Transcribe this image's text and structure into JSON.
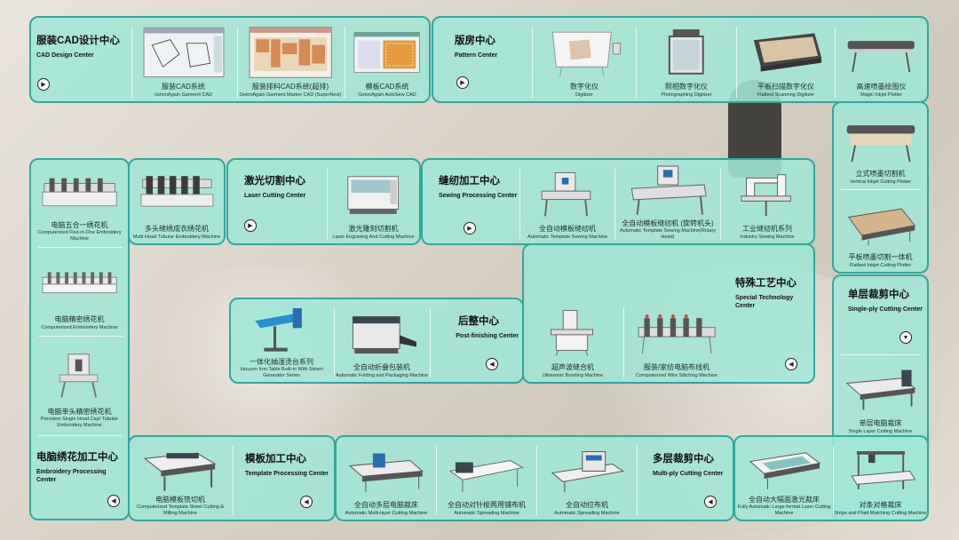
{
  "cad": {
    "title_zh": "服装CAD设计中心",
    "title_en": "CAD Design Center",
    "items": [
      {
        "zh": "服装CAD系统",
        "en": "GetonAgain Garment CAD"
      },
      {
        "zh": "服装排料CAD系统(超排)",
        "en": "GetonAgain Garment Marker CAD (SuperNest)"
      },
      {
        "zh": "模板CAD系统",
        "en": "GetonAgain AutoSew CAD"
      }
    ]
  },
  "pattern": {
    "title_zh": "版房中心",
    "title_en": "Pattern Center",
    "items": [
      {
        "zh": "数字化仪",
        "en": "Digitizer"
      },
      {
        "zh": "照相数字化仪",
        "en": "Photographing Digitizer"
      },
      {
        "zh": "平板扫描数字化仪",
        "en": "Flatbed Scanning Digitizer"
      },
      {
        "zh": "高速喷墨绘图仪",
        "en": "Magic Inkjet Plotter"
      },
      {
        "zh": "立式喷墨切割机",
        "en": "Vertical Inkjet Cutting Plotter"
      },
      {
        "zh": "平板喷墨切割一体机",
        "en": "Flatbed Inkjet Cutting Plotter"
      }
    ]
  },
  "embroidery_left": {
    "items": [
      {
        "zh": "电脑五合一绣花机",
        "en": "Computerized Five-in-One Embroidery Machine"
      },
      {
        "zh": "多头缝绣成衣绣花机",
        "en": "Multi Head Tubular Embroidery Machine"
      },
      {
        "zh": "电脑精密绣花机",
        "en": "Computerized Embroidery Machine"
      },
      {
        "zh": "电脑单头精密绣花机",
        "en": "Precision Single Head Cap/ Tubular Embroidery Machine"
      }
    ]
  },
  "laser": {
    "title_zh": "激光切割中心",
    "title_en": "Laser Cutting Center",
    "items": [
      {
        "zh": "激光雕刻切割机",
        "en": "Laser Engraving And Cutting Machine"
      }
    ]
  },
  "sewing": {
    "title_zh": "缝纫加工中心",
    "title_en": "Sewing Processing Center",
    "items": [
      {
        "zh": "全自动模板缝纫机",
        "en": "Automatic Template Sewing Machine"
      },
      {
        "zh": "全自动模板缝纫机 (旋转机头)",
        "en": "Automatic Template Sewing Machine(Rotary Head)"
      },
      {
        "zh": "工业缝纫机系列",
        "en": "Industry Sewing Machine"
      }
    ]
  },
  "special": {
    "title_zh": "特殊工艺中心",
    "title_en": "Special Technology Center",
    "items": [
      {
        "zh": "超声波缝合机",
        "en": "Ultrasonic Bonding Machine"
      },
      {
        "zh": "服装/家纺电脑布线机",
        "en": "Computerized Wire Stitching Machine"
      }
    ]
  },
  "post": {
    "title_zh": "后整中心",
    "title_en": "Post-finishing Center",
    "items": [
      {
        "zh": "一体化抽湿烫台系列",
        "en": "Vacuum Iron Table Built-in With Steam Generator Series"
      },
      {
        "zh": "全自动折叠包装机",
        "en": "Automatic Folding and Packaging Machine"
      }
    ]
  },
  "single_ply": {
    "title_zh": "单层裁剪中心",
    "title_en": "Single-ply Cutting Center",
    "items": [
      {
        "zh": "单层电脑裁床",
        "en": "Single Layer Cutting Machine"
      }
    ]
  },
  "embroidery_center": {
    "title_zh": "电脑绣花加工中心",
    "title_en": "Embroidery Processing Center"
  },
  "template": {
    "title_zh": "模板加工中心",
    "title_en": "Template Processing Center",
    "items": [
      {
        "zh": "电脑模板铣切机",
        "en": "Computerized Template Sheet Cutting & Milling Machine"
      }
    ]
  },
  "multi_ply": {
    "title_zh": "多层裁剪中心",
    "title_en": "Multi-ply Cutting Center",
    "items": [
      {
        "zh": "全自动多层电脑裁床",
        "en": "Automatic Multi-layer Cutting Machine"
      },
      {
        "zh": "全自动对针梭两用铺布机",
        "en": "Automatic Spreading Machine"
      },
      {
        "zh": "全自动拉布机",
        "en": "Automatic Spreading Machine"
      }
    ]
  },
  "stripe": {
    "items": [
      {
        "zh": "全自动大幅面激光裁床",
        "en": "Fully Automatic Large-format Laser Cutting Machine"
      },
      {
        "zh": "对条对格裁床",
        "en": "Stripe and Plaid Matching Cutting Machine"
      }
    ]
  },
  "arrows": {
    "right": "▶",
    "left": "◀",
    "down": "▼"
  },
  "colors": {
    "panel": "#a0e6d6",
    "border": "#2ea99c",
    "machine_dark": "#3a4650",
    "screen_blue": "#2a6db0"
  }
}
